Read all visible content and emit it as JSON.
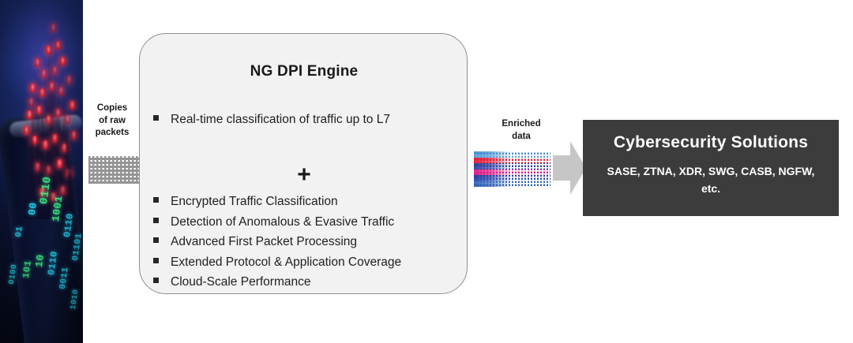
{
  "left_visual": {
    "name": "fiber-optic-cable-photo",
    "description": "Dark blue photograph of a fiber optic cable with glowing red strand tips and cyan and green binary digits",
    "binary_strings": [
      "01",
      "00",
      "0110",
      "1001",
      "0110",
      "01101",
      "0100",
      "101",
      "10",
      "0110",
      "0011",
      "1010"
    ],
    "colors": {
      "background_navy": "#0c1436",
      "strand_red": "#f0303f",
      "binary_cyan": "#26d7f0",
      "binary_green": "#3df08a"
    }
  },
  "input_flow": {
    "label": "Copies\nof raw\npackets",
    "label_lines": [
      "Copies",
      "of raw",
      "packets"
    ],
    "band_name": "raw-packet-grid-pattern",
    "band_color": "#8d8d8d"
  },
  "dpi_panel": {
    "title": "NG DPI Engine",
    "separator": "+",
    "primary_bullets": [
      "Real-time classification of traffic up to L7"
    ],
    "secondary_bullets": [
      "Encrypted Traffic Classification",
      "Detection of Anomalous & Evasive Traffic",
      "Advanced First Packet Processing",
      "Extended Protocol & Application Coverage",
      "Cloud-Scale Performance"
    ],
    "colors": {
      "fill": "#f2f2f2",
      "border": "#8d8f94",
      "text": "#1f1f1f"
    }
  },
  "output_flow": {
    "label_lines": [
      "Enriched",
      "data"
    ],
    "band_name": "enriched-data-stripe-pattern",
    "stripe_colors": [
      "#4a8fd0",
      "#5fa3dd",
      "#e01b36",
      "#e8243c",
      "#2e3f9a",
      "#3a4ba8",
      "#e8228c",
      "#d9228a",
      "#2b3fa0",
      "#2f4fb0",
      "#3a6fc0",
      "#2f62b5"
    ],
    "arrow_name": "right-arrow",
    "arrow_color": "#c6c6c6"
  },
  "solutions_box": {
    "title": "Cybersecurity Solutions",
    "subtitle": "SASE, ZTNA, XDR, SWG, CASB, NGFW, etc.",
    "colors": {
      "fill": "#3c3c3c",
      "text": "#ffffff"
    }
  }
}
